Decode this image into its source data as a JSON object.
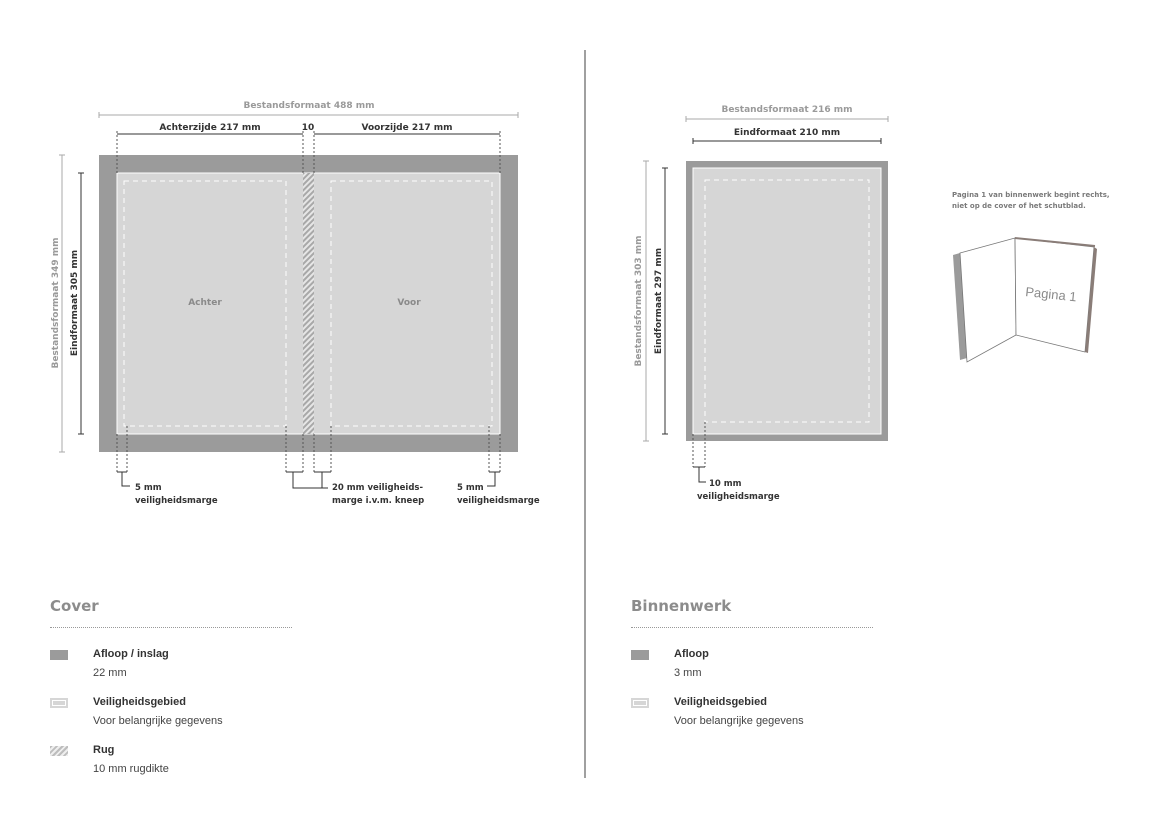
{
  "cover_diagram": {
    "file_width": "Bestandsformaat 488 mm",
    "back_width": "Achterzijde 217 mm",
    "spine_width": "10",
    "front_width": "Voorzijde 217 mm",
    "file_height": "Bestandsformaat 349 mm",
    "final_height": "Eindformaat 305 mm",
    "back_label": "Achter",
    "front_label": "Voor",
    "margin_left": [
      "5 mm",
      "veiligheidsmarge"
    ],
    "margin_spine": [
      "20 mm veiligheids-",
      "marge i.v.m. kneep"
    ],
    "margin_right": [
      "5 mm",
      "veiligheidsmarge"
    ]
  },
  "inner_diagram": {
    "file_width": "Bestandsformaat 216 mm",
    "final_width": "Eindformaat 210 mm",
    "file_height": "Bestandsformaat 303 mm",
    "final_height": "Eindformaat 297 mm",
    "margin": [
      "10 mm",
      "veiligheidsmarge"
    ]
  },
  "book_note": {
    "lines": [
      "Pagina 1 van binnenwerk begint rechts,",
      "niet op de cover of het schutblad."
    ],
    "page_label": "Pagina 1"
  },
  "legend_cover": {
    "title": "Cover",
    "items": [
      {
        "title": "Afloop / inslag",
        "sub": "22 mm"
      },
      {
        "title": "Veiligheidsgebied",
        "sub": "Voor belangrijke gegevens"
      },
      {
        "title": "Rug",
        "sub": "10 mm rugdikte"
      }
    ]
  },
  "legend_inner": {
    "title": "Binnenwerk",
    "items": [
      {
        "title": "Afloop",
        "sub": "3 mm"
      },
      {
        "title": "Veiligheidsgebied",
        "sub": "Voor belangrijke gegevens"
      }
    ]
  },
  "colors": {
    "bleed": "#9b9b9b",
    "safe": "#d6d6d6",
    "line": "#333333",
    "muted": "#9a9a9a"
  }
}
